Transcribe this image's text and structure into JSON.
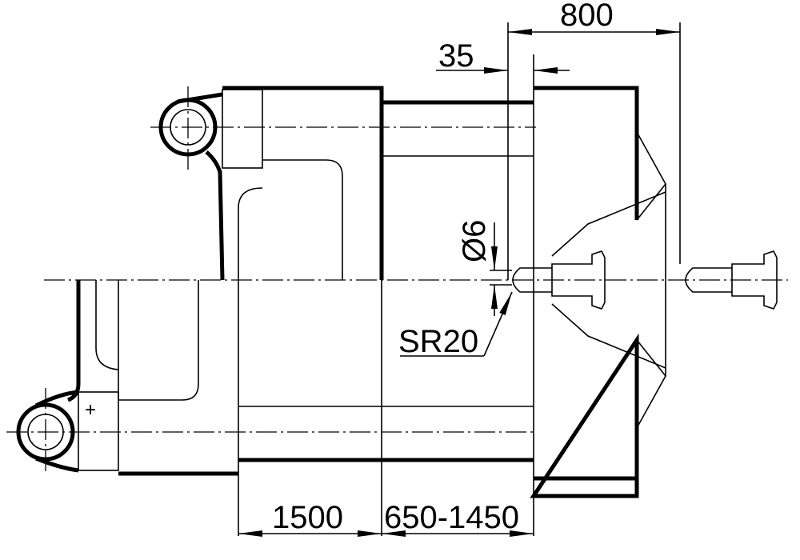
{
  "dimensions": {
    "top_width": "800",
    "offset": "35",
    "diameter": "Ø6",
    "sphere_radius": "SR20",
    "bottom_left": "1500",
    "bottom_right": "650-1450"
  },
  "marks": {
    "plus": "+"
  }
}
